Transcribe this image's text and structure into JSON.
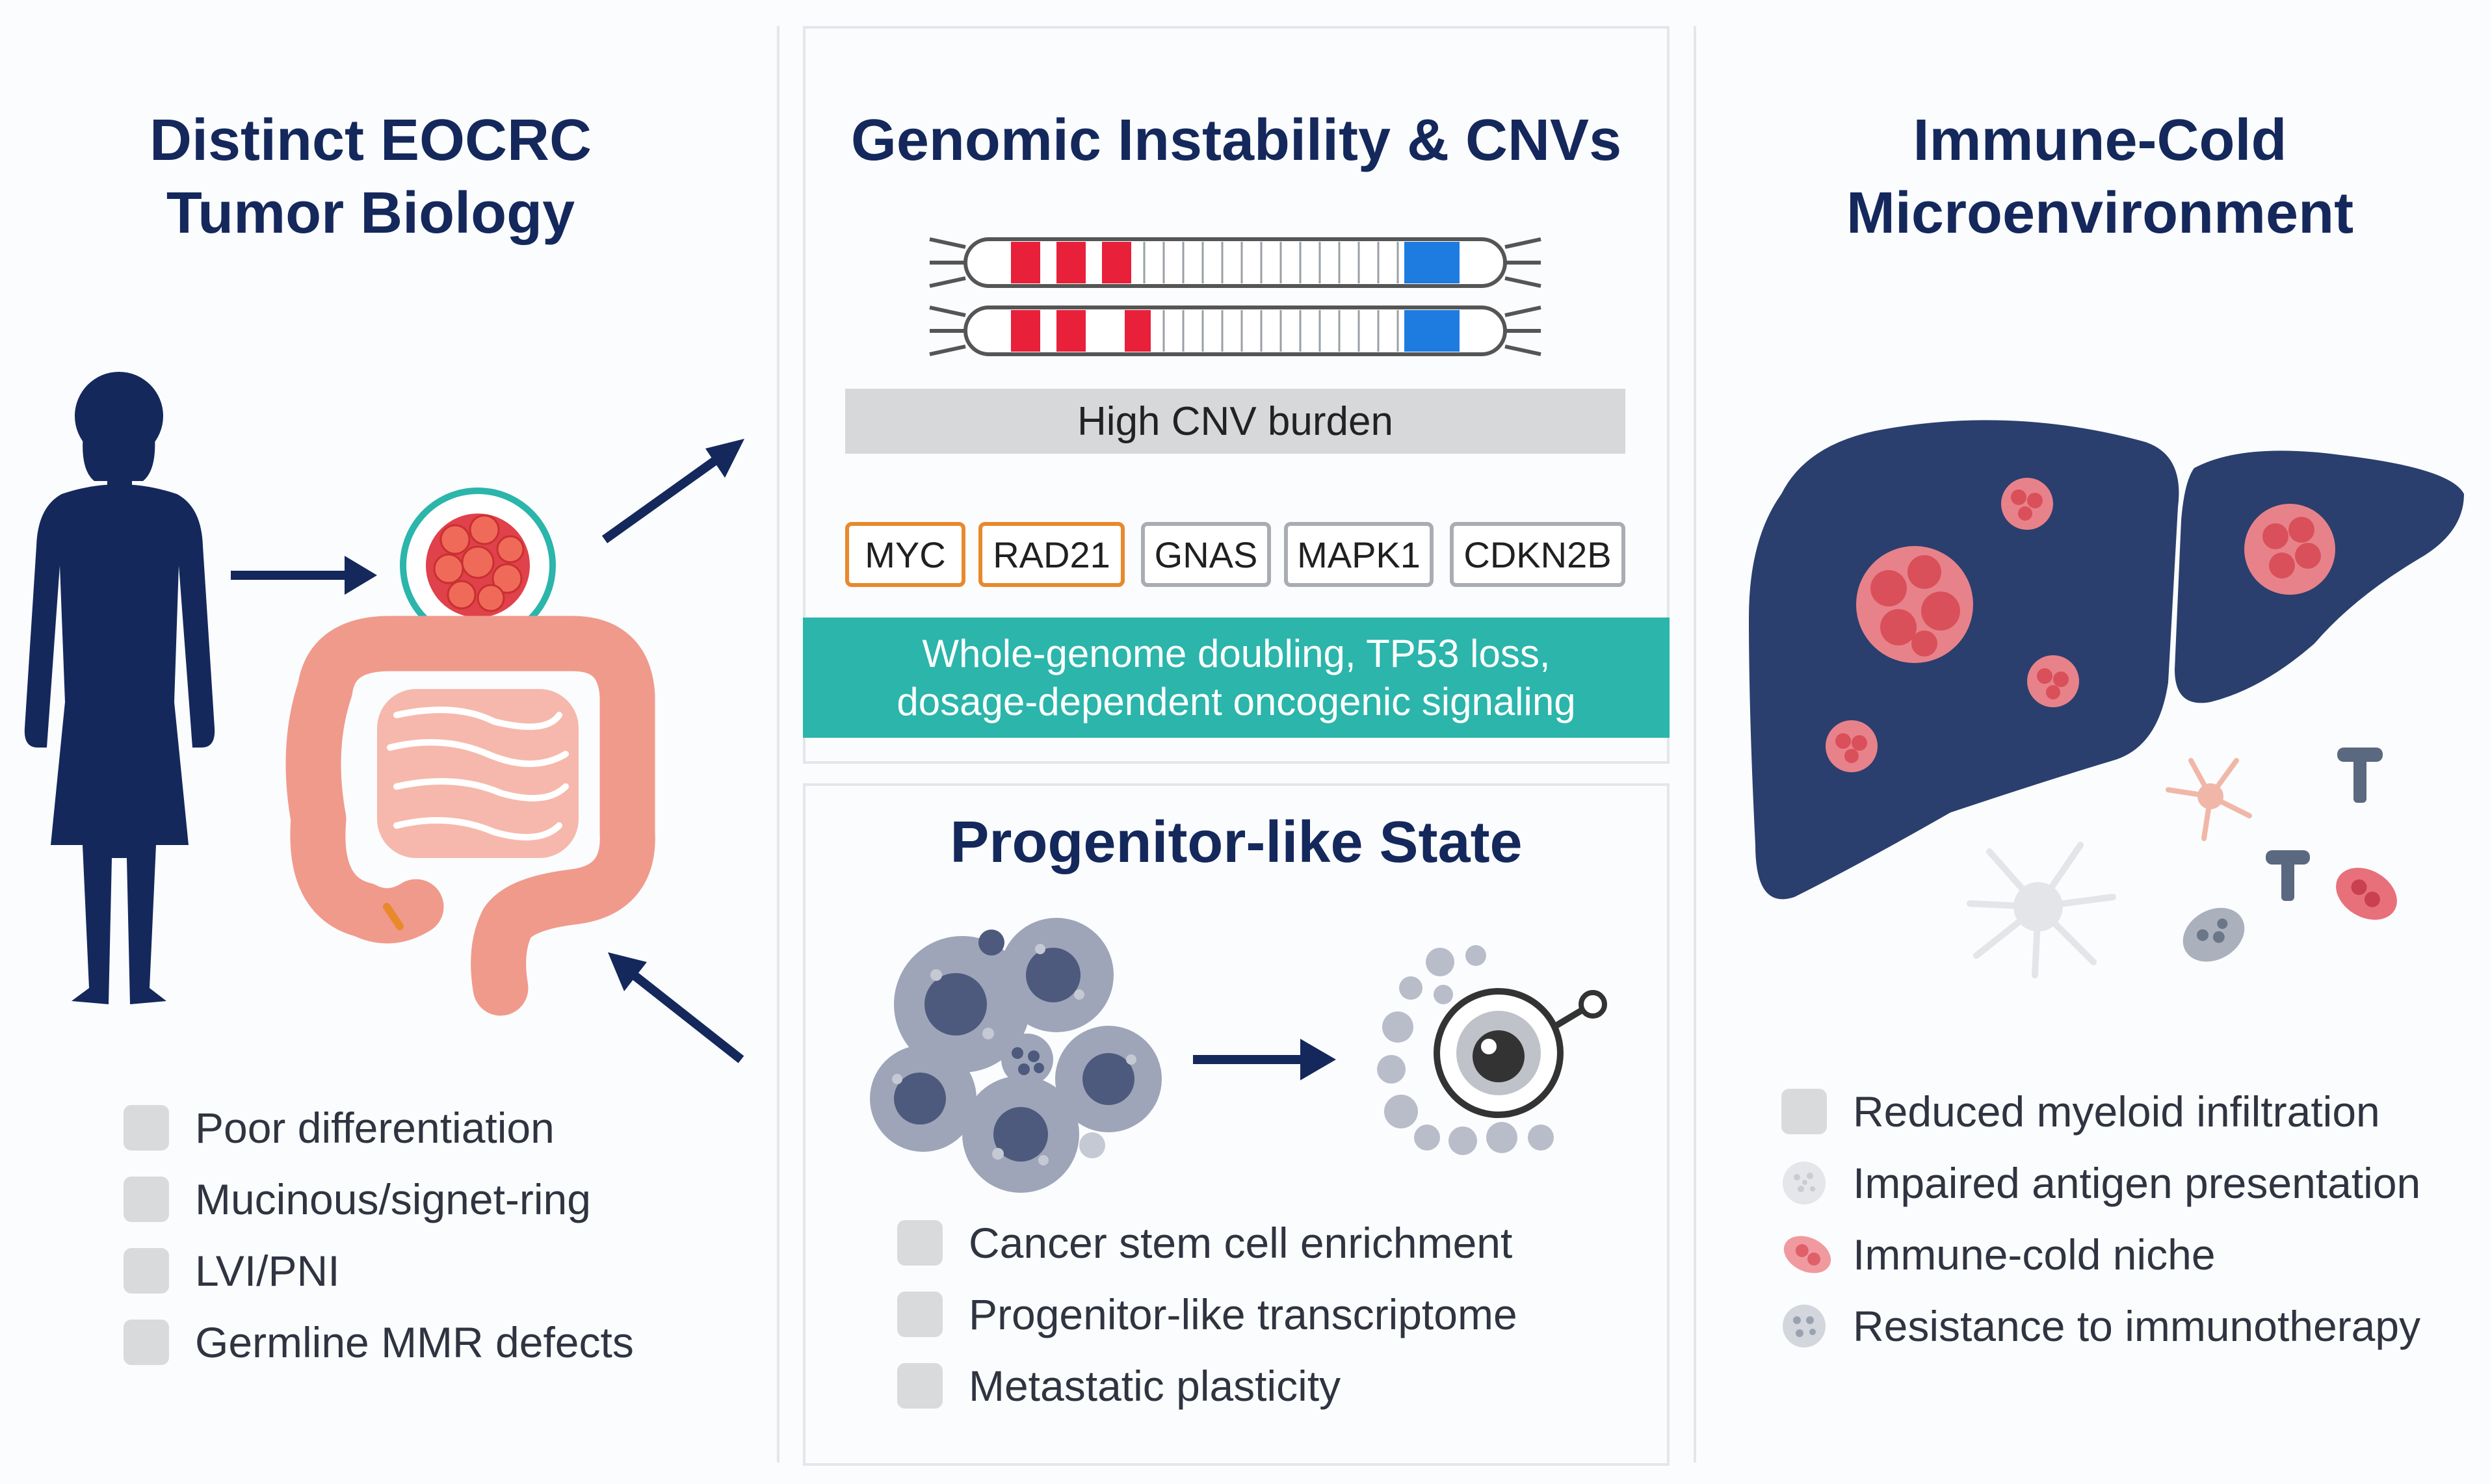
{
  "panels": {
    "left": {
      "title": "Distinct EOCRC\nTumor Biology",
      "items": [
        "Poor differentiation",
        "Mucinous/signet-ring",
        "LVI/PNI",
        "Germline MMR defects"
      ]
    },
    "middle_top": {
      "title": "Genomic Instability & CNVs",
      "cnv_label": "High CNV burden",
      "genes": [
        {
          "name": "MYC",
          "border": "#e8892c"
        },
        {
          "name": "RAD21",
          "border": "#e8892c"
        },
        {
          "name": "GNAS",
          "border": "#a9adb3"
        },
        {
          "name": "MAPK1",
          "border": "#a9adb3"
        },
        {
          "name": "CDKN2B",
          "border": "#a9adb3"
        }
      ],
      "mechanism": "Whole-genome doubling, TP53 loss,\ndosage-dependent oncogenic signaling"
    },
    "middle_bottom": {
      "title": "Progenitor-like State",
      "items": [
        "Cancer stem cell enrichment",
        "Progenitor-like transcriptome",
        "Metastatic plasticity"
      ]
    },
    "right": {
      "title": "Immune-Cold\nMicroenvironment",
      "items": [
        {
          "label": "Reduced myeloid infiltration",
          "icon": "gray-square-icon"
        },
        {
          "label": "Impaired antigen presentation",
          "icon": "dotted-cell-icon"
        },
        {
          "label": "Immune-cold niche",
          "icon": "red-cell-icon"
        },
        {
          "label": "Resistance to immunotherapy",
          "icon": "gray-cell-icon"
        }
      ]
    }
  },
  "colors": {
    "navy": "#14285c",
    "teal": "#2bb5ab",
    "tumor_red": "#e0414a",
    "amp_red": "#e8203a",
    "del_blue": "#1e7be0",
    "colon": "#f09a8c",
    "liver": "#2a3f6e"
  }
}
